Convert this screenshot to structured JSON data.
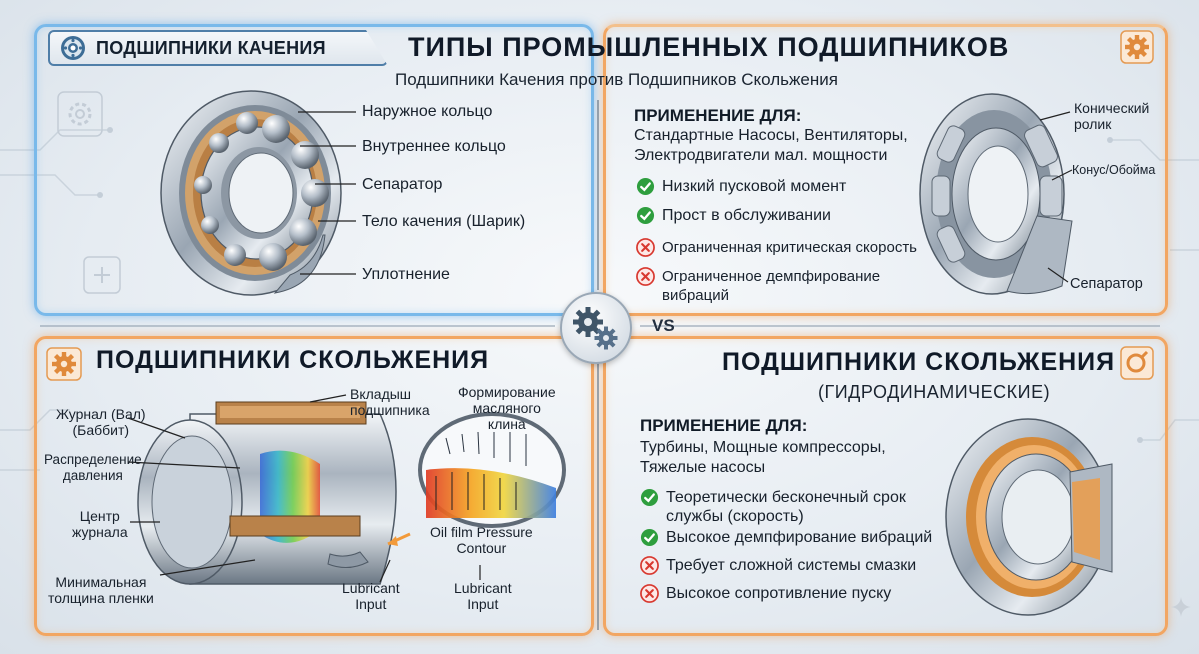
{
  "header": {
    "title": "ТИПЫ ПРОМЫШЛЕННЫХ ПОДШИПНИКОВ",
    "subtitle": "Подшипники Качения против Подшипников Скольжения"
  },
  "rolling": {
    "tab_label": "ПОДШИПНИКИ КАЧЕНИЯ",
    "parts": {
      "outer_ring": "Наружное кольцо",
      "inner_ring": "Внутреннее кольцо",
      "cage": "Сепаратор",
      "rolling_element": "Тело качения (Шарик)",
      "seal": "Уплотнение"
    },
    "application_heading": "ПРИМЕНЕНИЕ ДЛЯ:",
    "application_line1": "Стандартные Насосы, Вентиляторы,",
    "application_line2": "Электродвигатели мал. мощности",
    "features": [
      {
        "text": "Низкий пусковой момент",
        "type": "pro"
      },
      {
        "text": "Прост в обслуживании",
        "type": "pro"
      },
      {
        "text": "Ограниченная критическая скорость",
        "type": "con"
      },
      {
        "text": "Ограниченное демпфирование вибраций",
        "type": "con"
      }
    ],
    "taper_labels": {
      "roller_line1": "Конический",
      "roller_line2": "ролик",
      "cone": "Конус/Обойма",
      "cage": "Сепаратор"
    }
  },
  "vs_label": "VS",
  "sliding": {
    "tab_label": "ПОДШИПНИКИ СКОЛЬЖЕНИЯ",
    "title_line1": "ПОДШИПНИКИ СКОЛЬЖЕНИЯ",
    "title_line2": "(ГИДРОДИНАМИЧЕСКИЕ)",
    "labels": {
      "liner_line1": "Вкладыш",
      "liner_line2": "подшипника",
      "journal_line1": "Журнал (Вал)",
      "journal_line2": "(Баббит)",
      "pressure_line1": "Распределение",
      "pressure_line2": "давления",
      "center_line1": "Центр",
      "center_line2": "журнала",
      "min_film_line1": "Минимальная",
      "min_film_line2": "толщина пленки",
      "lub1_line1": "Lubricant",
      "lub1_line2": "Input",
      "lub2_line1": "Lubricant",
      "lub2_line2": "Input",
      "wedge_line1": "Формирование",
      "wedge_line2": "масляного",
      "wedge_line3": "клина",
      "contour_line1": "Oil film Pressure",
      "contour_line2": "Contour"
    },
    "application_heading": "ПРИМЕНЕНИЕ ДЛЯ:",
    "application_line1": "Турбины, Мощные компрессоры,",
    "application_line2": "Тяжелые насосы",
    "features": [
      {
        "text": "Теоретически бесконечный срок службы (скорость)",
        "type": "pro"
      },
      {
        "text": "Высокое демпфирование вибраций",
        "type": "pro"
      },
      {
        "text": "Требует сложной системы смазки",
        "type": "con"
      },
      {
        "text": "Высокое сопротивление пуску",
        "type": "con"
      }
    ]
  },
  "colors": {
    "rolling_accent": "#79b9ea",
    "sliding_accent": "#f2a662",
    "pro": "#2e9e3e",
    "con": "#d8382f"
  }
}
